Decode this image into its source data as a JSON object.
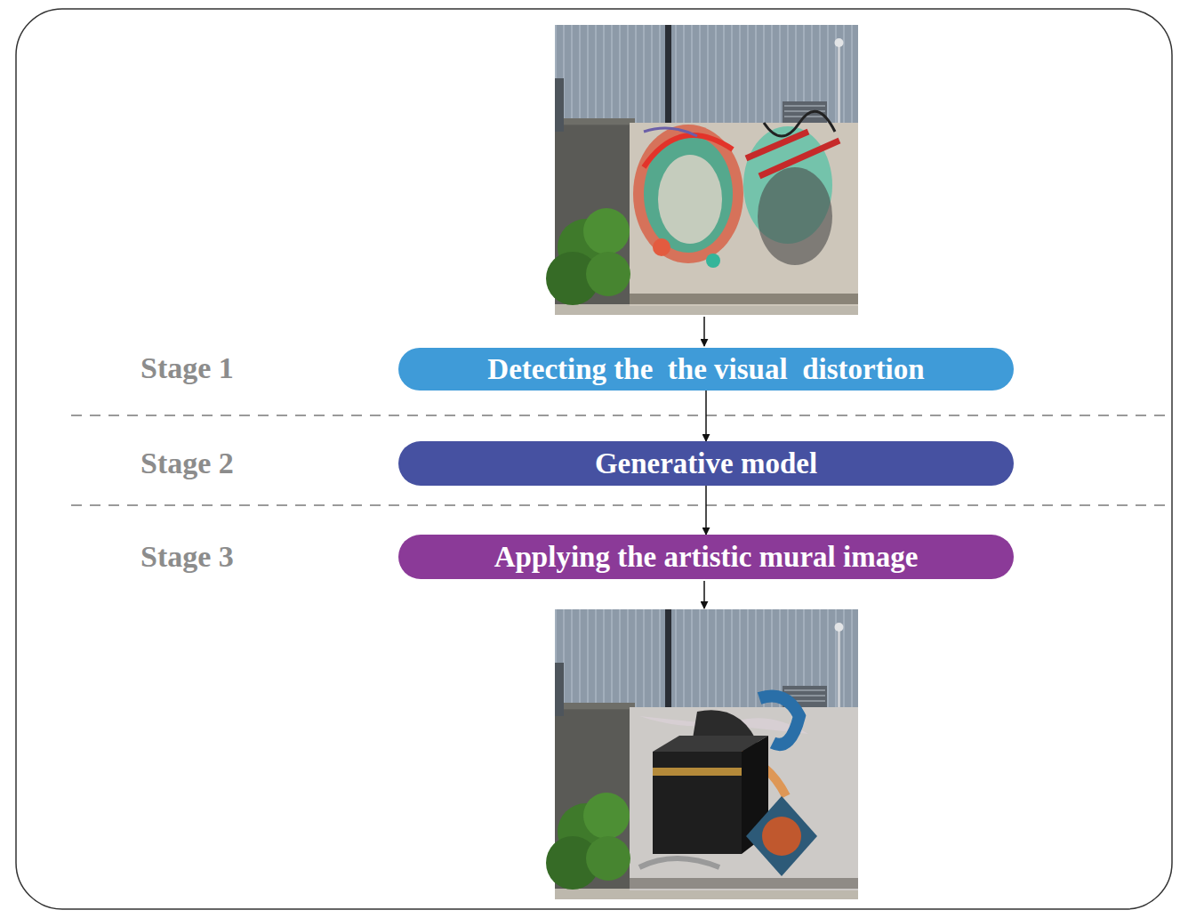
{
  "diagram": {
    "nodes": [
      {
        "text": [
          "Detecting the  the visual  distortion"
        ]
      },
      {
        "text": [
          "Generative model"
        ]
      },
      {
        "text": [
          "Applying the artistic mural image"
        ]
      }
    ],
    "edges": [
      {
        "from": 0,
        "to": 1,
        "arrow": "to"
      },
      {
        "from": 1,
        "to": 2,
        "arrow": "to"
      }
    ],
    "labels": [
      "Stage 1",
      "Stage 2",
      "Stage 3"
    ]
  }
}
